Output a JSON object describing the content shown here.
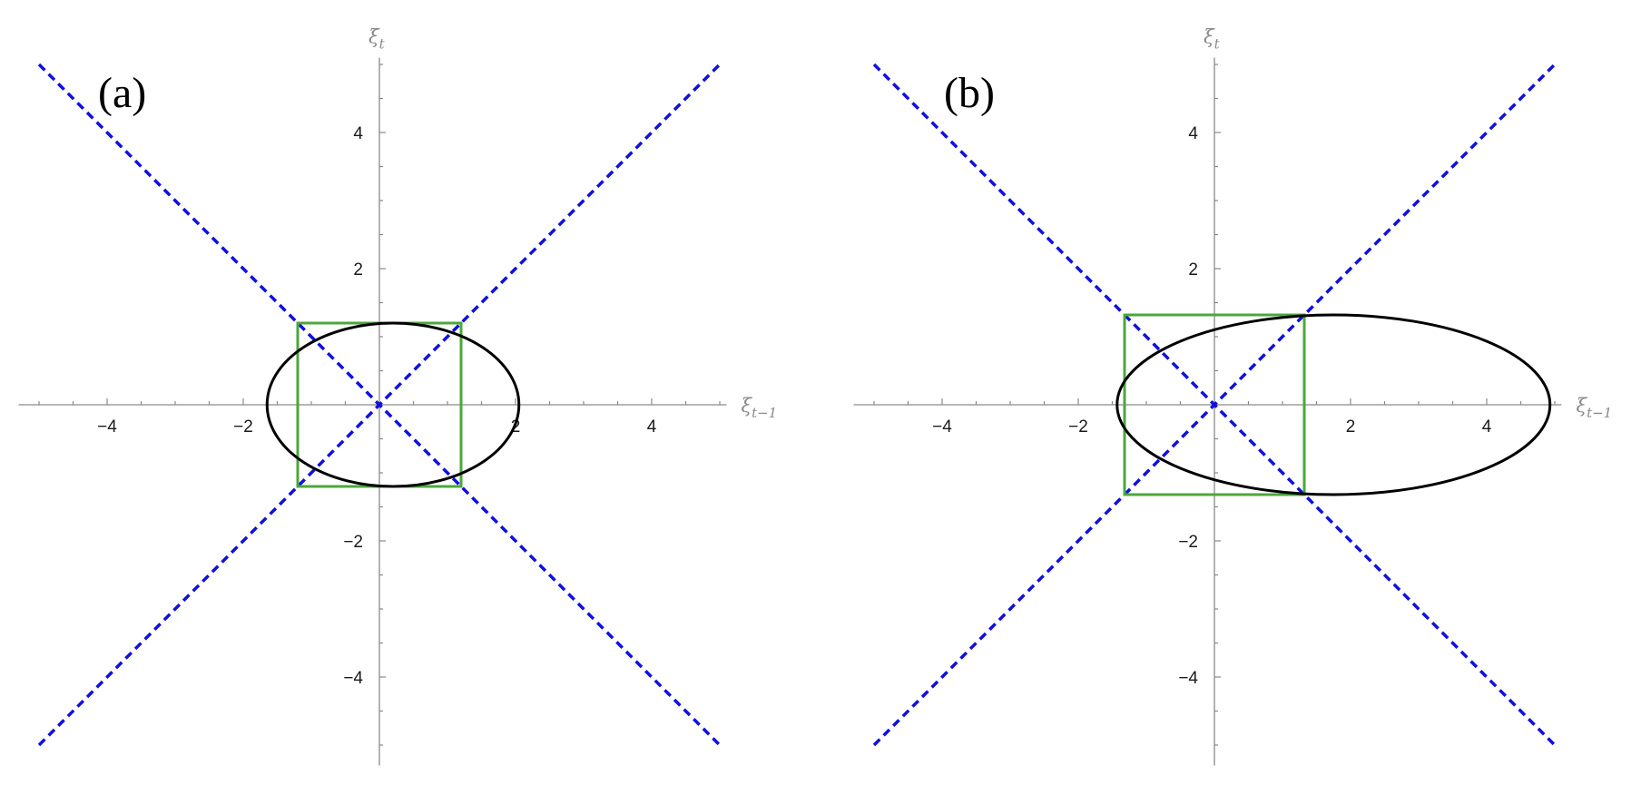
{
  "chart_data": [
    {
      "type": "line",
      "panel_label": "(a)",
      "xlabel": {
        "base": "ξ",
        "sub": "t−1"
      },
      "ylabel": {
        "base": "ξ",
        "sub": "t"
      },
      "xlim": [
        -5.3,
        5.1
      ],
      "ylim": [
        -5.3,
        5.1
      ],
      "xticks": [
        -4,
        -2,
        2,
        4
      ],
      "xtick_labels": [
        "−4",
        "−2",
        "2",
        "4"
      ],
      "yticks": [
        -4,
        -2,
        2,
        4
      ],
      "ytick_labels": [
        "−4",
        "−2",
        "2",
        "4"
      ],
      "grid": false,
      "colors": {
        "diagonal": "#1010e0",
        "square": "#4aa83a",
        "ellipse": "#000000"
      },
      "series": [
        {
          "kind": "dashed-line",
          "points": [
            [
              -5,
              5
            ],
            [
              5,
              -5
            ]
          ]
        },
        {
          "kind": "dashed-line",
          "points": [
            [
              -5,
              -5
            ],
            [
              5,
              5
            ]
          ]
        },
        {
          "kind": "rectangle",
          "x": [
            -1.2,
            1.2
          ],
          "y": [
            -1.2,
            1.2
          ]
        },
        {
          "kind": "ellipse",
          "center": [
            0.2,
            0
          ],
          "rx": 1.85,
          "ry": 1.2
        }
      ]
    },
    {
      "type": "line",
      "panel_label": "(b)",
      "xlabel": {
        "base": "ξ",
        "sub": "t−1"
      },
      "ylabel": {
        "base": "ξ",
        "sub": "t"
      },
      "xlim": [
        -5.3,
        5.1
      ],
      "ylim": [
        -5.3,
        5.1
      ],
      "xticks": [
        -4,
        -2,
        2,
        4
      ],
      "xtick_labels": [
        "−4",
        "−2",
        "2",
        "4"
      ],
      "yticks": [
        -4,
        -2,
        2,
        4
      ],
      "ytick_labels": [
        "−4",
        "−2",
        "2",
        "4"
      ],
      "grid": false,
      "colors": {
        "diagonal": "#1010e0",
        "square": "#4aa83a",
        "ellipse": "#000000"
      },
      "series": [
        {
          "kind": "dashed-line",
          "points": [
            [
              -5,
              5
            ],
            [
              5,
              -5
            ]
          ]
        },
        {
          "kind": "dashed-line",
          "points": [
            [
              -5,
              -5
            ],
            [
              5,
              5
            ]
          ]
        },
        {
          "kind": "rectangle",
          "x": [
            -1.32,
            1.32
          ],
          "y": [
            -1.32,
            1.32
          ]
        },
        {
          "kind": "ellipse",
          "center": [
            1.75,
            0
          ],
          "rx": 3.18,
          "ry": 1.32
        }
      ]
    }
  ]
}
